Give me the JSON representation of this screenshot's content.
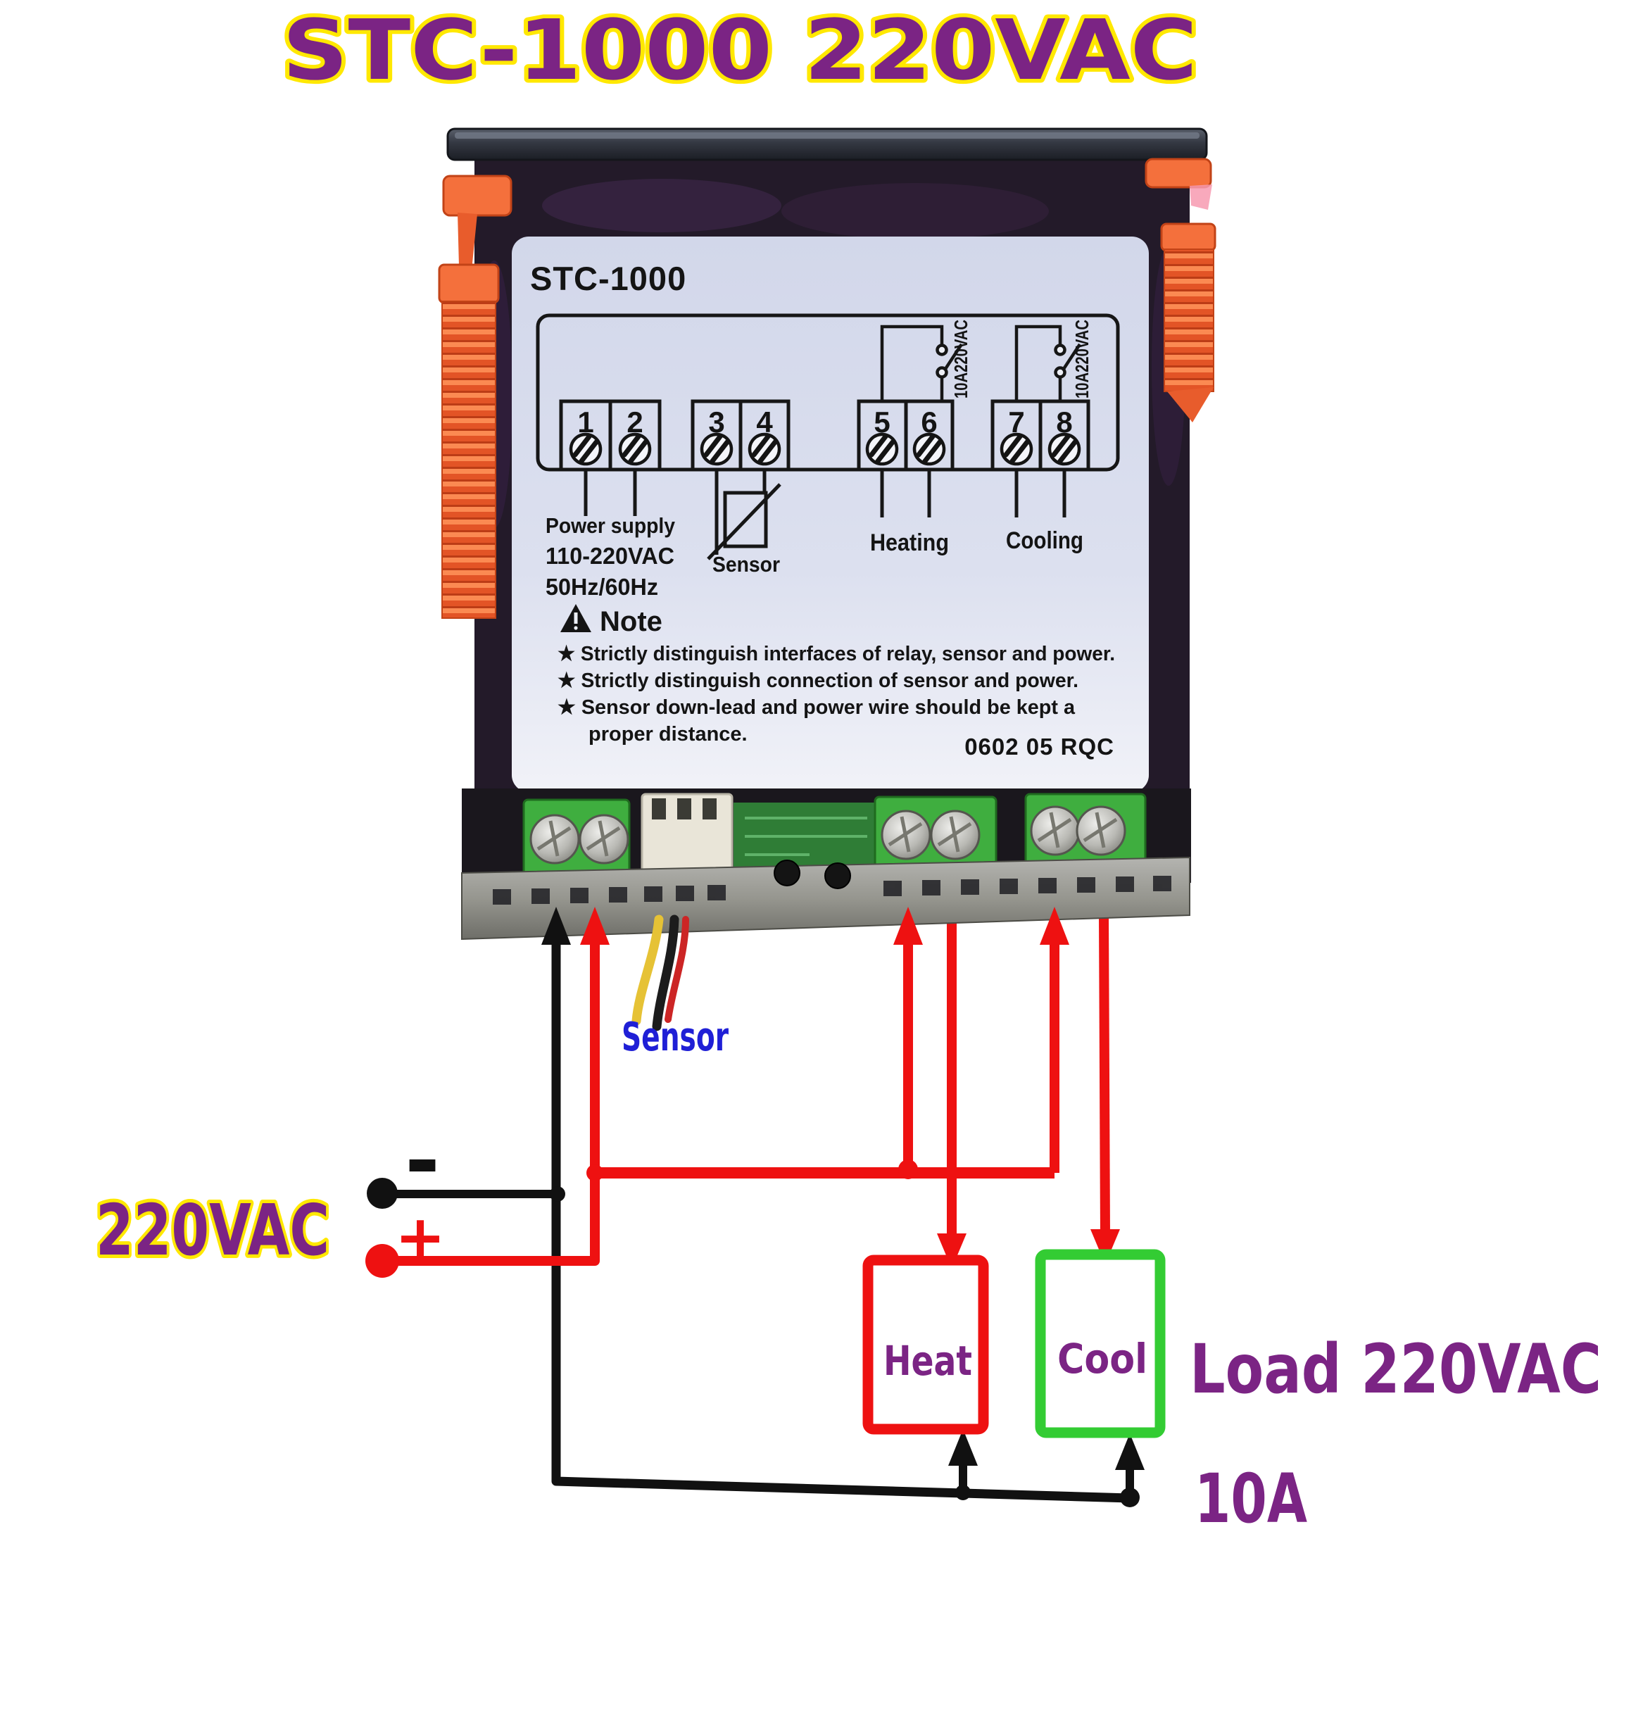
{
  "title": "STC-1000 220VAC",
  "device_label": {
    "model": "STC-1000",
    "terminals": [
      "1",
      "2",
      "3",
      "4",
      "5",
      "6",
      "7",
      "8"
    ],
    "power_lines": [
      "Power supply",
      "110-220VAC",
      "50Hz/60Hz"
    ],
    "sensor": "Sensor",
    "heating": "Heating",
    "cooling": "Cooling",
    "relay_rating": "10A220VAC",
    "note_title": "Note",
    "note_lines": [
      "★ Strictly distinguish interfaces of relay, sensor and power.",
      "★ Strictly distinguish connection of sensor and power.",
      "★ Sensor down-lead and power wire should be kept a",
      "proper distance."
    ],
    "code": "0602 05 RQC"
  },
  "wiring": {
    "supply_label": "220VAC",
    "minus_label": "-",
    "plus_label": "+",
    "sensor_label": "Sensor",
    "heat_label": "Heat",
    "cool_label": "Cool",
    "load_label": "Load 220VAC",
    "amps_label": "10A"
  },
  "colors": {
    "purple": "#7B2484",
    "yellow_outline": "#FFE800",
    "red": "#EE1111",
    "green": "#33CC33",
    "blue": "#1F1FD6",
    "black": "#111111",
    "clip_orange": "#F4703C"
  }
}
